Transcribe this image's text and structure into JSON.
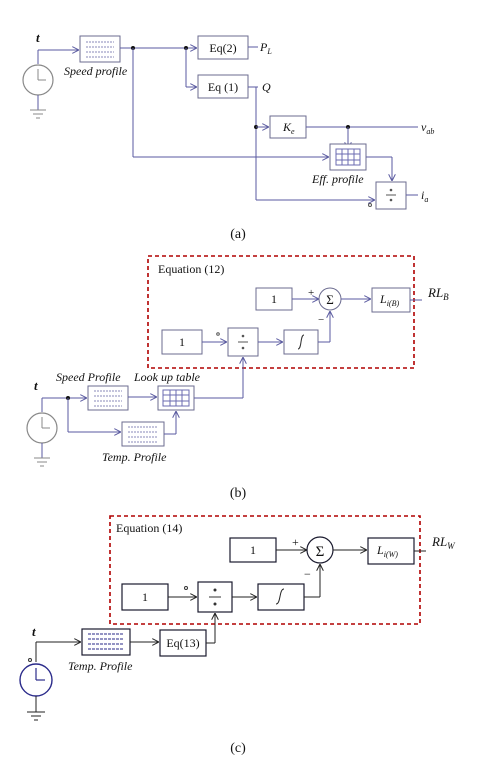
{
  "panel_a": {
    "caption": "(a)",
    "source_label": "t",
    "speed_profile": "Speed profile",
    "eq2": "Eq(2)",
    "eq1": "Eq (1)",
    "out_pl": "P",
    "out_pl_sub": "L",
    "out_q": "Q",
    "gain": "K",
    "gain_sub": "e",
    "out_vab": "v",
    "out_vab_sub": "ab",
    "eff_profile": "Eff. profile",
    "out_ia": "i",
    "out_ia_sub": "a"
  },
  "panel_b": {
    "caption": "(b)",
    "equation_title": "Equation (12)",
    "const1": "1",
    "const2": "1",
    "lookup_block": "L",
    "lookup_block_sub": "i(B)",
    "output": "RL",
    "output_sub": "B",
    "source_label": "t",
    "speed_profile": "Speed Profile",
    "lookup_table": "Look up table",
    "temp_profile": "Temp. Profile",
    "plus": "+",
    "minus": "−"
  },
  "panel_c": {
    "caption": "(c)",
    "equation_title": "Equation (14)",
    "const1": "1",
    "const2": "1",
    "lookup_block": "L",
    "lookup_block_sub": "i(W)",
    "output": "RL",
    "output_sub": "W",
    "source_label": "t",
    "temp_profile": "Temp. Profile",
    "eq13": "Eq(13)",
    "plus": "+",
    "minus": "−"
  }
}
